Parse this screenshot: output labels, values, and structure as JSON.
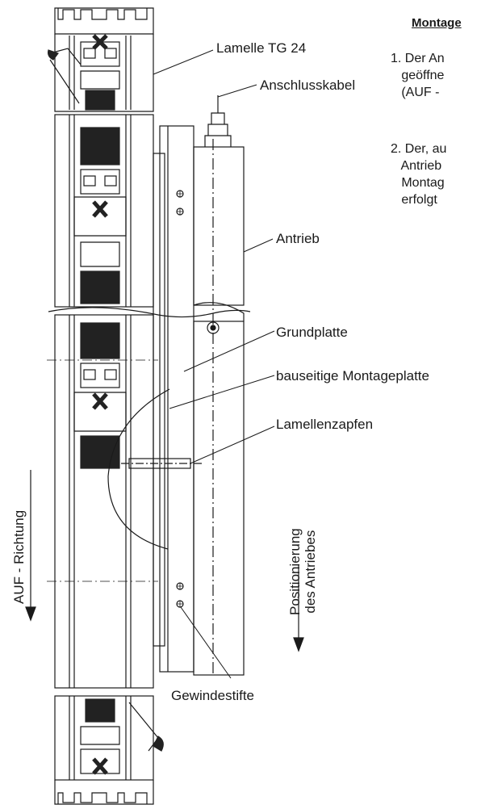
{
  "heading": "Montage",
  "steps": [
    {
      "lines": [
        "1. Der An",
        "   geöffne",
        "   (AUF -"
      ]
    },
    {
      "lines": [
        "2. Der, au",
        "   Antrieb",
        "   Montag",
        "   erfolgt"
      ]
    }
  ],
  "labels": {
    "lamelle": "Lamelle TG 24",
    "anschlusskabel": "Anschlusskabel",
    "antrieb": "Antrieb",
    "grundplatte": "Grundplatte",
    "montageplatte": "bauseitige Montageplatte",
    "lamellenzapfen": "Lamellenzapfen",
    "gewindestifte": "Gewindestifte",
    "auf_richtung": "AUF - Richtung",
    "positionierung_1": "Positionierung",
    "positionierung_2": "des Antriebes"
  },
  "colors": {
    "ink": "#1a1a1a",
    "seal": "#222222",
    "paper": "#ffffff"
  }
}
